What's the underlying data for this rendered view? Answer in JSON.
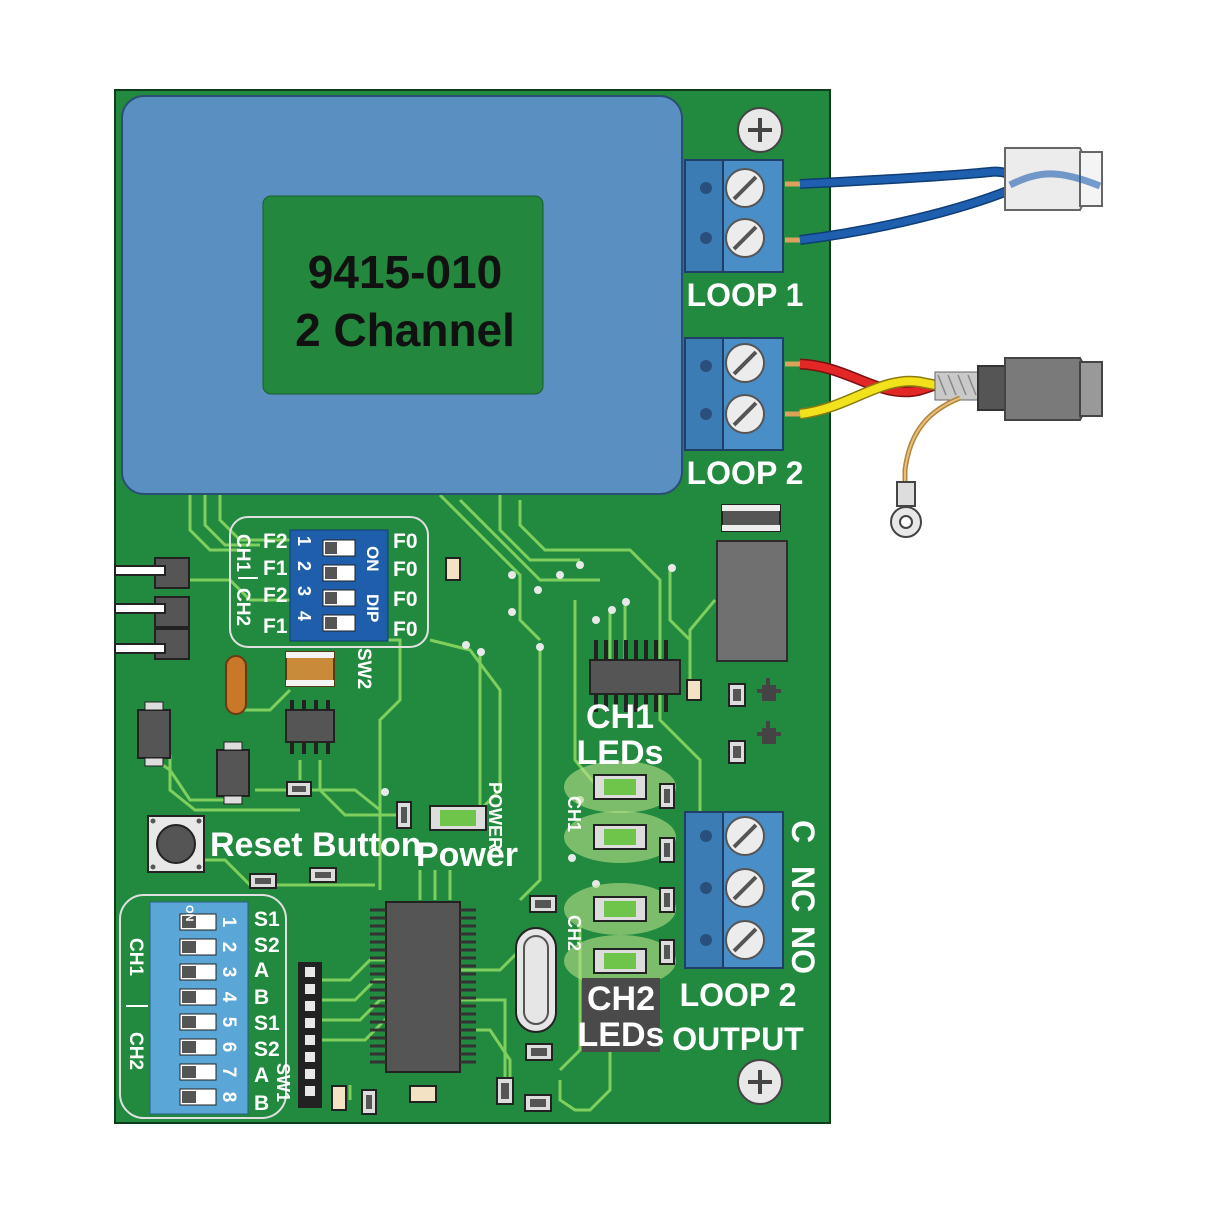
{
  "module": {
    "part_number": "9415-010",
    "description": "2 Channel"
  },
  "terminals": {
    "loop1_label": "LOOP 1",
    "loop2_label": "LOOP 2",
    "output_label_line1": "LOOP 2",
    "output_label_line2": "OUTPUT",
    "output_pins": [
      "C",
      "NC",
      "NO"
    ]
  },
  "dip_sw2": {
    "switch_label": "SW2",
    "on_label": "ON",
    "dip_label": "DIP",
    "numbers": [
      "1",
      "2",
      "3",
      "4"
    ],
    "left_labels": [
      "F2",
      "F1",
      "F2",
      "F1"
    ],
    "right_labels": [
      "F0",
      "F0",
      "F0",
      "F0"
    ],
    "ch1_label": "CH1",
    "ch2_label": "CH2"
  },
  "dip_sw1": {
    "switch_label": "SW1",
    "on_label": "ON",
    "numbers": [
      "1",
      "2",
      "3",
      "4",
      "5",
      "6",
      "7",
      "8"
    ],
    "right_labels": [
      "S1",
      "S2",
      "A",
      "B",
      "S1",
      "S2",
      "A",
      "B"
    ],
    "ch1_label": "CH1",
    "ch2_label": "CH2"
  },
  "leds": {
    "ch1_title_line1": "CH1",
    "ch1_title_line2": "LEDs",
    "ch2_title_line1": "CH2",
    "ch2_title_line2": "LEDs",
    "ch1_side": "CH1",
    "ch2_side": "CH2",
    "power_side": "POWER",
    "power_label": "Power"
  },
  "reset": {
    "label": "Reset Button"
  },
  "colors": {
    "pcb": "#218a3e",
    "trace": "#7fcf5e",
    "transformer": "#5a8fc2",
    "terminal_block": "#4a8ec8",
    "dip_body": "#1f5eab",
    "led_glow": "#b9e08a",
    "wire_blue": "#1f5fb0",
    "wire_red": "#e32626",
    "wire_yellow": "#f2e21c"
  }
}
